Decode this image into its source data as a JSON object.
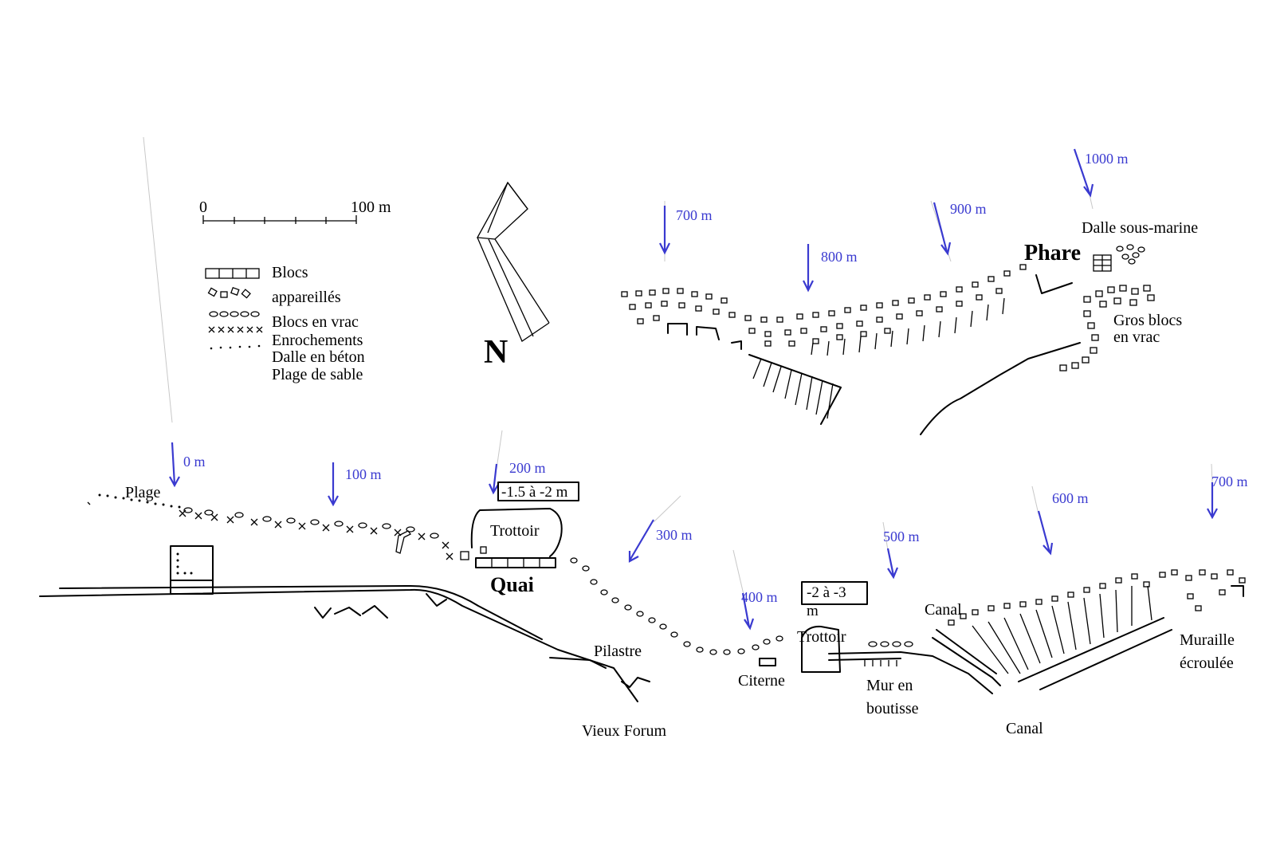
{
  "legend": {
    "scale_start": "0",
    "scale_end": "100 m",
    "items": [
      "Blocs",
      "appareillés",
      "Blocs en vrac",
      "Enrochements",
      "Dalle en béton",
      "Plage de sable"
    ]
  },
  "north_label": "N",
  "distance_markers": [
    "0 m",
    "100 m",
    "200 m",
    "300 m",
    "400 m",
    "500 m",
    "600 m",
    "700 m",
    "700 m",
    "800 m",
    "900 m",
    "1000 m"
  ],
  "depth_boxes": [
    "-1.5 à -2 m",
    "-2 à -3",
    "m"
  ],
  "labels": {
    "plage": "Plage",
    "trottoir_1": "Trottoir",
    "quai": "Quai",
    "pilastre": "Pilastre",
    "vieux_forum": "Vieux Forum",
    "citerne": "Citerne",
    "trottoir_2": "Trottoir",
    "mur_line1": "Mur en",
    "mur_line2": "boutisse",
    "canal_1": "Canal",
    "canal_2": "Canal",
    "muraille_line1": "Muraille",
    "muraille_line2": "écroulée",
    "phare": "Phare",
    "dalle_sous_marine": "Dalle sous-marine",
    "gros_blocs_line1": "Gros blocs",
    "gros_blocs_line2": "en vrac"
  },
  "colors": {
    "ink": "#000000",
    "marker": "#3a3ad0"
  }
}
